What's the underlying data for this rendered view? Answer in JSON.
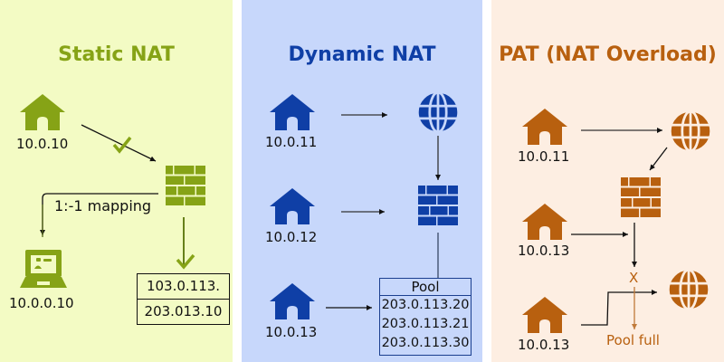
{
  "colors": {
    "static": "#86a316",
    "dynamic": "#0f3fa6",
    "pat": "#b8600f"
  },
  "static_nat": {
    "title": "Static NAT",
    "host_label": "10.0.10",
    "host_icon": "house-icon",
    "firewall_icon": "firewall-icon",
    "mapping_label": "1:-1 mapping",
    "laptop_label": "10.0.0.10",
    "laptop_icon": "laptop-icon",
    "check_icon": "check-icon",
    "table_rows": [
      "103.0.113.",
      "203.013.10"
    ]
  },
  "dynamic_nat": {
    "title": "Dynamic NAT",
    "hosts": [
      "10.0.11",
      "10.0.12",
      "10.0.13"
    ],
    "globe_icon": "globe-icon",
    "firewall_icon": "firewall-icon",
    "pool": {
      "header": "Pool",
      "addresses": [
        "203.0.113.20",
        "203.0.113.21",
        "203.0.113.30"
      ]
    }
  },
  "pat": {
    "title": "PAT (NAT Overload)",
    "hosts": [
      "10.0.11",
      "10.0.13",
      "10.0.13"
    ],
    "blocked_marker": "X",
    "pool_full_label": "Pool full"
  }
}
